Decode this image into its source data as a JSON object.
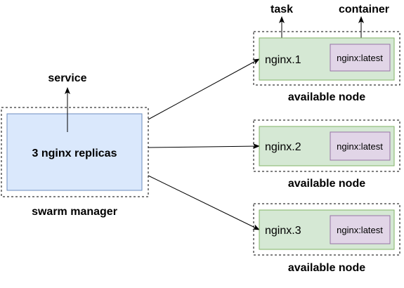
{
  "diagram": {
    "service_label": "service",
    "manager": {
      "box_label": "3 nginx replicas",
      "caption": "swarm manager",
      "fill_color": "#dae8fc",
      "stroke_color": "#6c8ebf"
    },
    "legend": {
      "task_label": "task",
      "container_label": "container"
    },
    "nodes": [
      {
        "task": "nginx.1",
        "container": "nginx:latest",
        "caption": "available node"
      },
      {
        "task": "nginx.2",
        "container": "nginx:latest",
        "caption": "available node"
      },
      {
        "task": "nginx.3",
        "container": "nginx:latest",
        "caption": "available node"
      }
    ],
    "task_fill_color": "#d5e8d4",
    "task_stroke_color": "#82b366",
    "container_fill_color": "#e1d5e7",
    "container_stroke_color": "#9673a6"
  }
}
